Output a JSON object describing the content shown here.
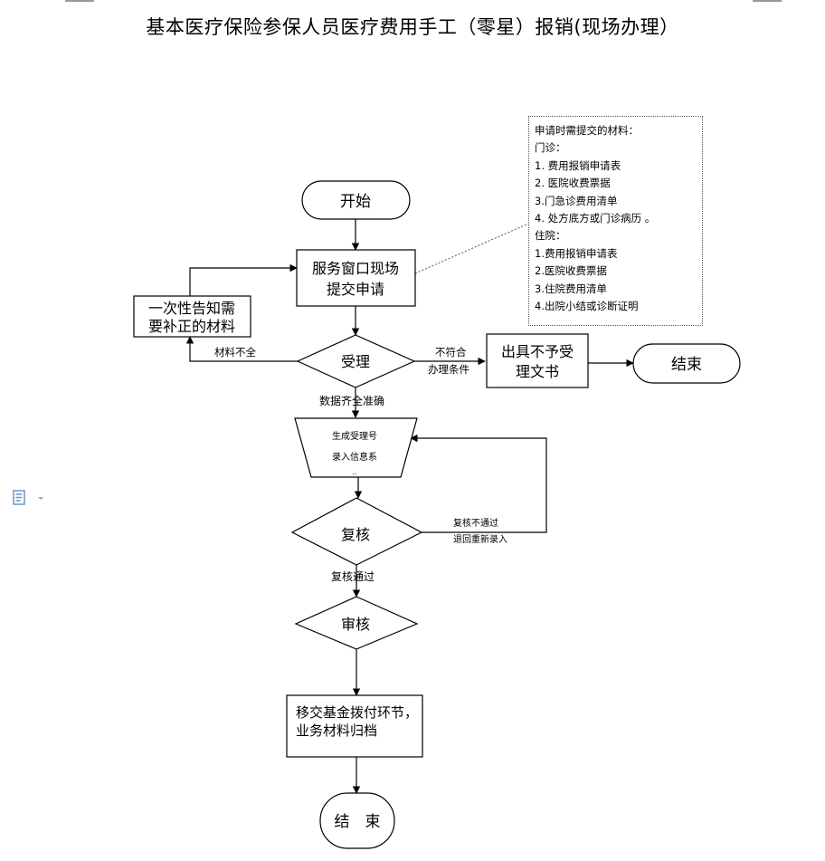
{
  "title": "基本医疗保险参保人员医疗费用手工（零星）报销(现场办理）",
  "nodes": {
    "start": "开始",
    "submit_line1": "服务窗口现场",
    "submit_line2": "提交申请",
    "notify_line1": "一次性告知需",
    "notify_line2": "要补正的材料",
    "accept": "受理",
    "reject_doc_line1": "出具不予受",
    "reject_doc_line2": "理文书",
    "end_right": "结束",
    "generate_line1": "生成受理号",
    "generate_line2": "录入信息系",
    "generate_line3": "..",
    "recheck": "复核",
    "review": "审核",
    "transfer_line1": "移交基金拨付环节，",
    "transfer_line2": "业务材料归档",
    "end_bottom": "结　束"
  },
  "edge_labels": {
    "incomplete": "材料不全",
    "not_meet_line1": "不符合",
    "not_meet_line2": "办理条件",
    "complete": "数据齐全准确",
    "recheck_fail_line1": "复核不通过",
    "recheck_fail_line2": "退回重新录入",
    "recheck_pass": "复核通过"
  },
  "materials_note": {
    "heading": "申请时需提交的材料：",
    "outpatient_heading": "门诊：",
    "outpatient_items": [
      "1.  费用报销申请表",
      "2.  医院收费票据",
      "3.门急诊费用清单",
      "4.  处方底方或门诊病历  。"
    ],
    "inpatient_heading": "住院：",
    "inpatient_items": [
      "1.费用报销申请表",
      "2.医院收费票据",
      "3.住院费用清单",
      "4.出院小结或诊断证明"
    ]
  }
}
